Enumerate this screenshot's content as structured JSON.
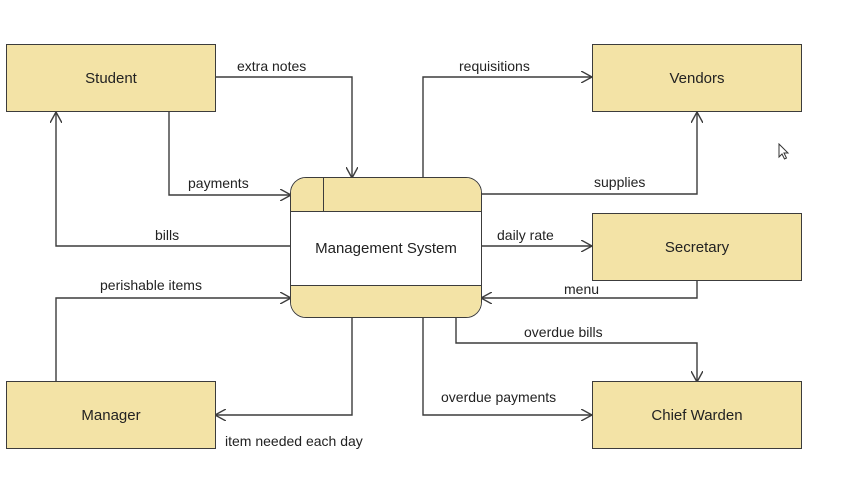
{
  "entities": {
    "student": "Student",
    "vendors": "Vendors",
    "secretary": "Secretary",
    "manager": "Manager",
    "chief_warden": "Chief Warden"
  },
  "process": {
    "name": "Management System"
  },
  "flows": {
    "extra_notes": "extra notes",
    "requisitions": "requisitions",
    "payments": "payments",
    "supplies": "supplies",
    "bills": "bills",
    "daily_rate": "daily rate",
    "perishable_items": "perishable items",
    "menu": "menu",
    "overdue_bills": "overdue bills",
    "overdue_payments": "overdue payments",
    "item_needed_each_day": "item needed each day"
  },
  "colors": {
    "fill": "#f3e3a6",
    "stroke": "#3c3c3c",
    "background": "#ffffff"
  }
}
